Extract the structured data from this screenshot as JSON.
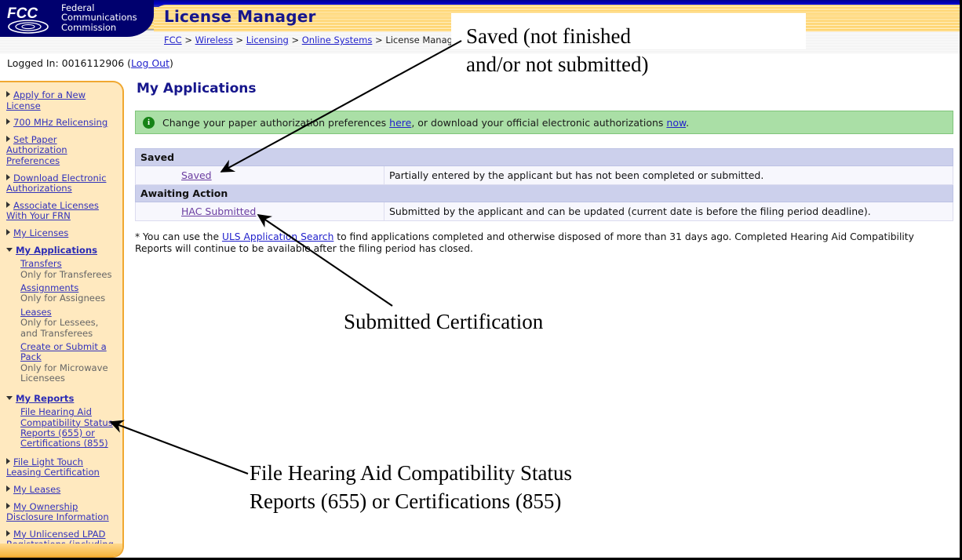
{
  "header": {
    "agency_line1": "Federal",
    "agency_line2": "Communications",
    "agency_line3": "Commission",
    "logo_mark": "FCC",
    "app_title": "License Manager",
    "breadcrumb": [
      {
        "label": "FCC",
        "link": true
      },
      {
        "label": "Wireless",
        "link": true
      },
      {
        "label": "Licensing",
        "link": true
      },
      {
        "label": "Online Systems",
        "link": true
      },
      {
        "label": "License Manager",
        "link": false
      }
    ],
    "breadcrumb_separator": ">",
    "logged_in_prefix": "Logged In: 0016112906 (",
    "log_out_label": "Log Out",
    "logged_in_suffix": ")"
  },
  "sidebar": {
    "items": [
      {
        "label": "Apply for a New License",
        "type": "top",
        "marker": "right"
      },
      {
        "label": "700 MHz Relicensing",
        "type": "top",
        "marker": "right"
      },
      {
        "label": "Set Paper Authorization Preferences",
        "type": "top",
        "marker": "right"
      },
      {
        "label": "Download Electronic Authorizations",
        "type": "top",
        "marker": "right"
      },
      {
        "label": "Associate Licenses With Your FRN",
        "type": "top",
        "marker": "right"
      },
      {
        "label": "My Licenses",
        "type": "top",
        "marker": "right"
      },
      {
        "label": "My Applications",
        "type": "top-bold",
        "marker": "down"
      }
    ],
    "applications_sub": [
      {
        "label": "Transfers",
        "note": "Only for Transferees"
      },
      {
        "label": "Assignments",
        "note": "Only for Assignees"
      },
      {
        "label": "Leases",
        "note": "Only for Lessees, and Transferees"
      },
      {
        "label": "Create or Submit a Pack",
        "note": "Only for Microwave Licensees"
      }
    ],
    "reports_header": "My Reports",
    "reports_sub": [
      {
        "label": "File Hearing Aid Compatibility Status Reports (655) or Certifications (855)",
        "note": ""
      }
    ],
    "items_bottom": [
      {
        "label": "File Light Touch Leasing Certification",
        "type": "top",
        "marker": "right"
      },
      {
        "label": "My Leases",
        "type": "top",
        "marker": "right"
      },
      {
        "label": "My Ownership Disclosure Information",
        "type": "top",
        "marker": "right"
      },
      {
        "label": "My Unlicensed LPAD Registrations (including wireless microphones)",
        "type": "top",
        "marker": "right"
      }
    ]
  },
  "main": {
    "page_title": "My Applications",
    "info_bar": {
      "icon": "info-icon",
      "text_before": "Change your paper authorization preferences ",
      "link_here": "here",
      "text_middle": ", or download your official electronic authorizations ",
      "link_now": "now",
      "text_after": "."
    },
    "table": {
      "groups": [
        {
          "group_label": "Saved",
          "rows": [
            {
              "link": "Saved",
              "description": "Partially entered by the applicant but has not been completed or submitted."
            }
          ]
        },
        {
          "group_label": "Awaiting Action",
          "rows": [
            {
              "link": "HAC Submitted",
              "description": "Submitted by the applicant and can be updated (current date is before the filing period deadline)."
            }
          ]
        }
      ]
    },
    "footnote": {
      "before": "* You can use the ",
      "link": "ULS Application Search",
      "after": " to find applications completed and otherwise disposed of more than 31 days ago. Completed Hearing Aid Compatibility Reports will continue to be available after the filing period has closed."
    }
  },
  "annotations": {
    "saved": "Saved (not finished\nand/or not submitted)",
    "submitted": "Submitted Certification",
    "file_hac": "File Hearing Aid Compatibility Status\nReports (655) or Certifications (855)"
  },
  "colors": {
    "fcc_navy": "#00006e",
    "gold": "#ffd26a",
    "title_blue": "#16168c",
    "sidebar_bg": "#ffe9bf",
    "sidebar_border": "#f0a830",
    "info_green": "#aadfa6",
    "group_row": "#ccd0ec",
    "data_row": "#f7f7fd",
    "link_blue": "#3333bb",
    "link_purple": "#6a3ca0"
  }
}
